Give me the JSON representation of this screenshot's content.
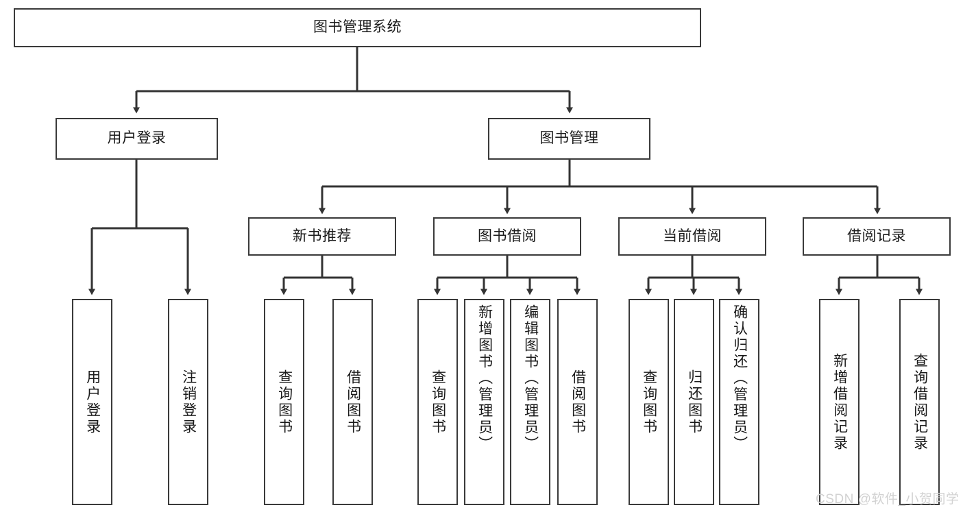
{
  "diagram": {
    "type": "tree-hierarchy",
    "title": "图书管理系统",
    "colors": {
      "box_border": "#3a3a3a",
      "connector": "#333333",
      "background": "#ffffff",
      "text": "#1a1a1a",
      "watermark": "#d2d2d2"
    },
    "nodes": {
      "root": {
        "label": "图书管理系统",
        "level": 0
      },
      "level1": [
        {
          "id": "user-login",
          "label": "用户登录"
        },
        {
          "id": "book-management",
          "label": "图书管理"
        }
      ],
      "level2": [
        {
          "id": "new-book-recommend",
          "label": "新书推荐",
          "parent": "book-management"
        },
        {
          "id": "book-borrow",
          "label": "图书借阅",
          "parent": "book-management"
        },
        {
          "id": "current-borrow",
          "label": "当前借阅",
          "parent": "book-management"
        },
        {
          "id": "borrow-record",
          "label": "借阅记录",
          "parent": "book-management"
        }
      ],
      "leaves": {
        "user-login": [
          {
            "id": "leaf-user-login",
            "label": "用户登录"
          },
          {
            "id": "leaf-logout",
            "label": "注销登录"
          }
        ],
        "new-book-recommend": [
          {
            "id": "leaf-query-book-1",
            "label": "查询图书"
          },
          {
            "id": "leaf-borrow-book-1",
            "label": "借阅图书"
          }
        ],
        "book-borrow": [
          {
            "id": "leaf-query-book-2",
            "label": "查询图书"
          },
          {
            "id": "leaf-add-book",
            "label": "新增图书（管理员）"
          },
          {
            "id": "leaf-edit-book",
            "label": "编辑图书（管理员）"
          },
          {
            "id": "leaf-borrow-book-2",
            "label": "借阅图书"
          }
        ],
        "current-borrow": [
          {
            "id": "leaf-query-book-3",
            "label": "查询图书"
          },
          {
            "id": "leaf-return-book",
            "label": "归还图书"
          },
          {
            "id": "leaf-confirm-return",
            "label": "确认归还（管理员）"
          }
        ],
        "borrow-record": [
          {
            "id": "leaf-add-record",
            "label": "新增借阅记录"
          },
          {
            "id": "leaf-query-record",
            "label": "查询借阅记录"
          }
        ]
      }
    },
    "watermark": "CSDN @软件_小贺同学"
  }
}
